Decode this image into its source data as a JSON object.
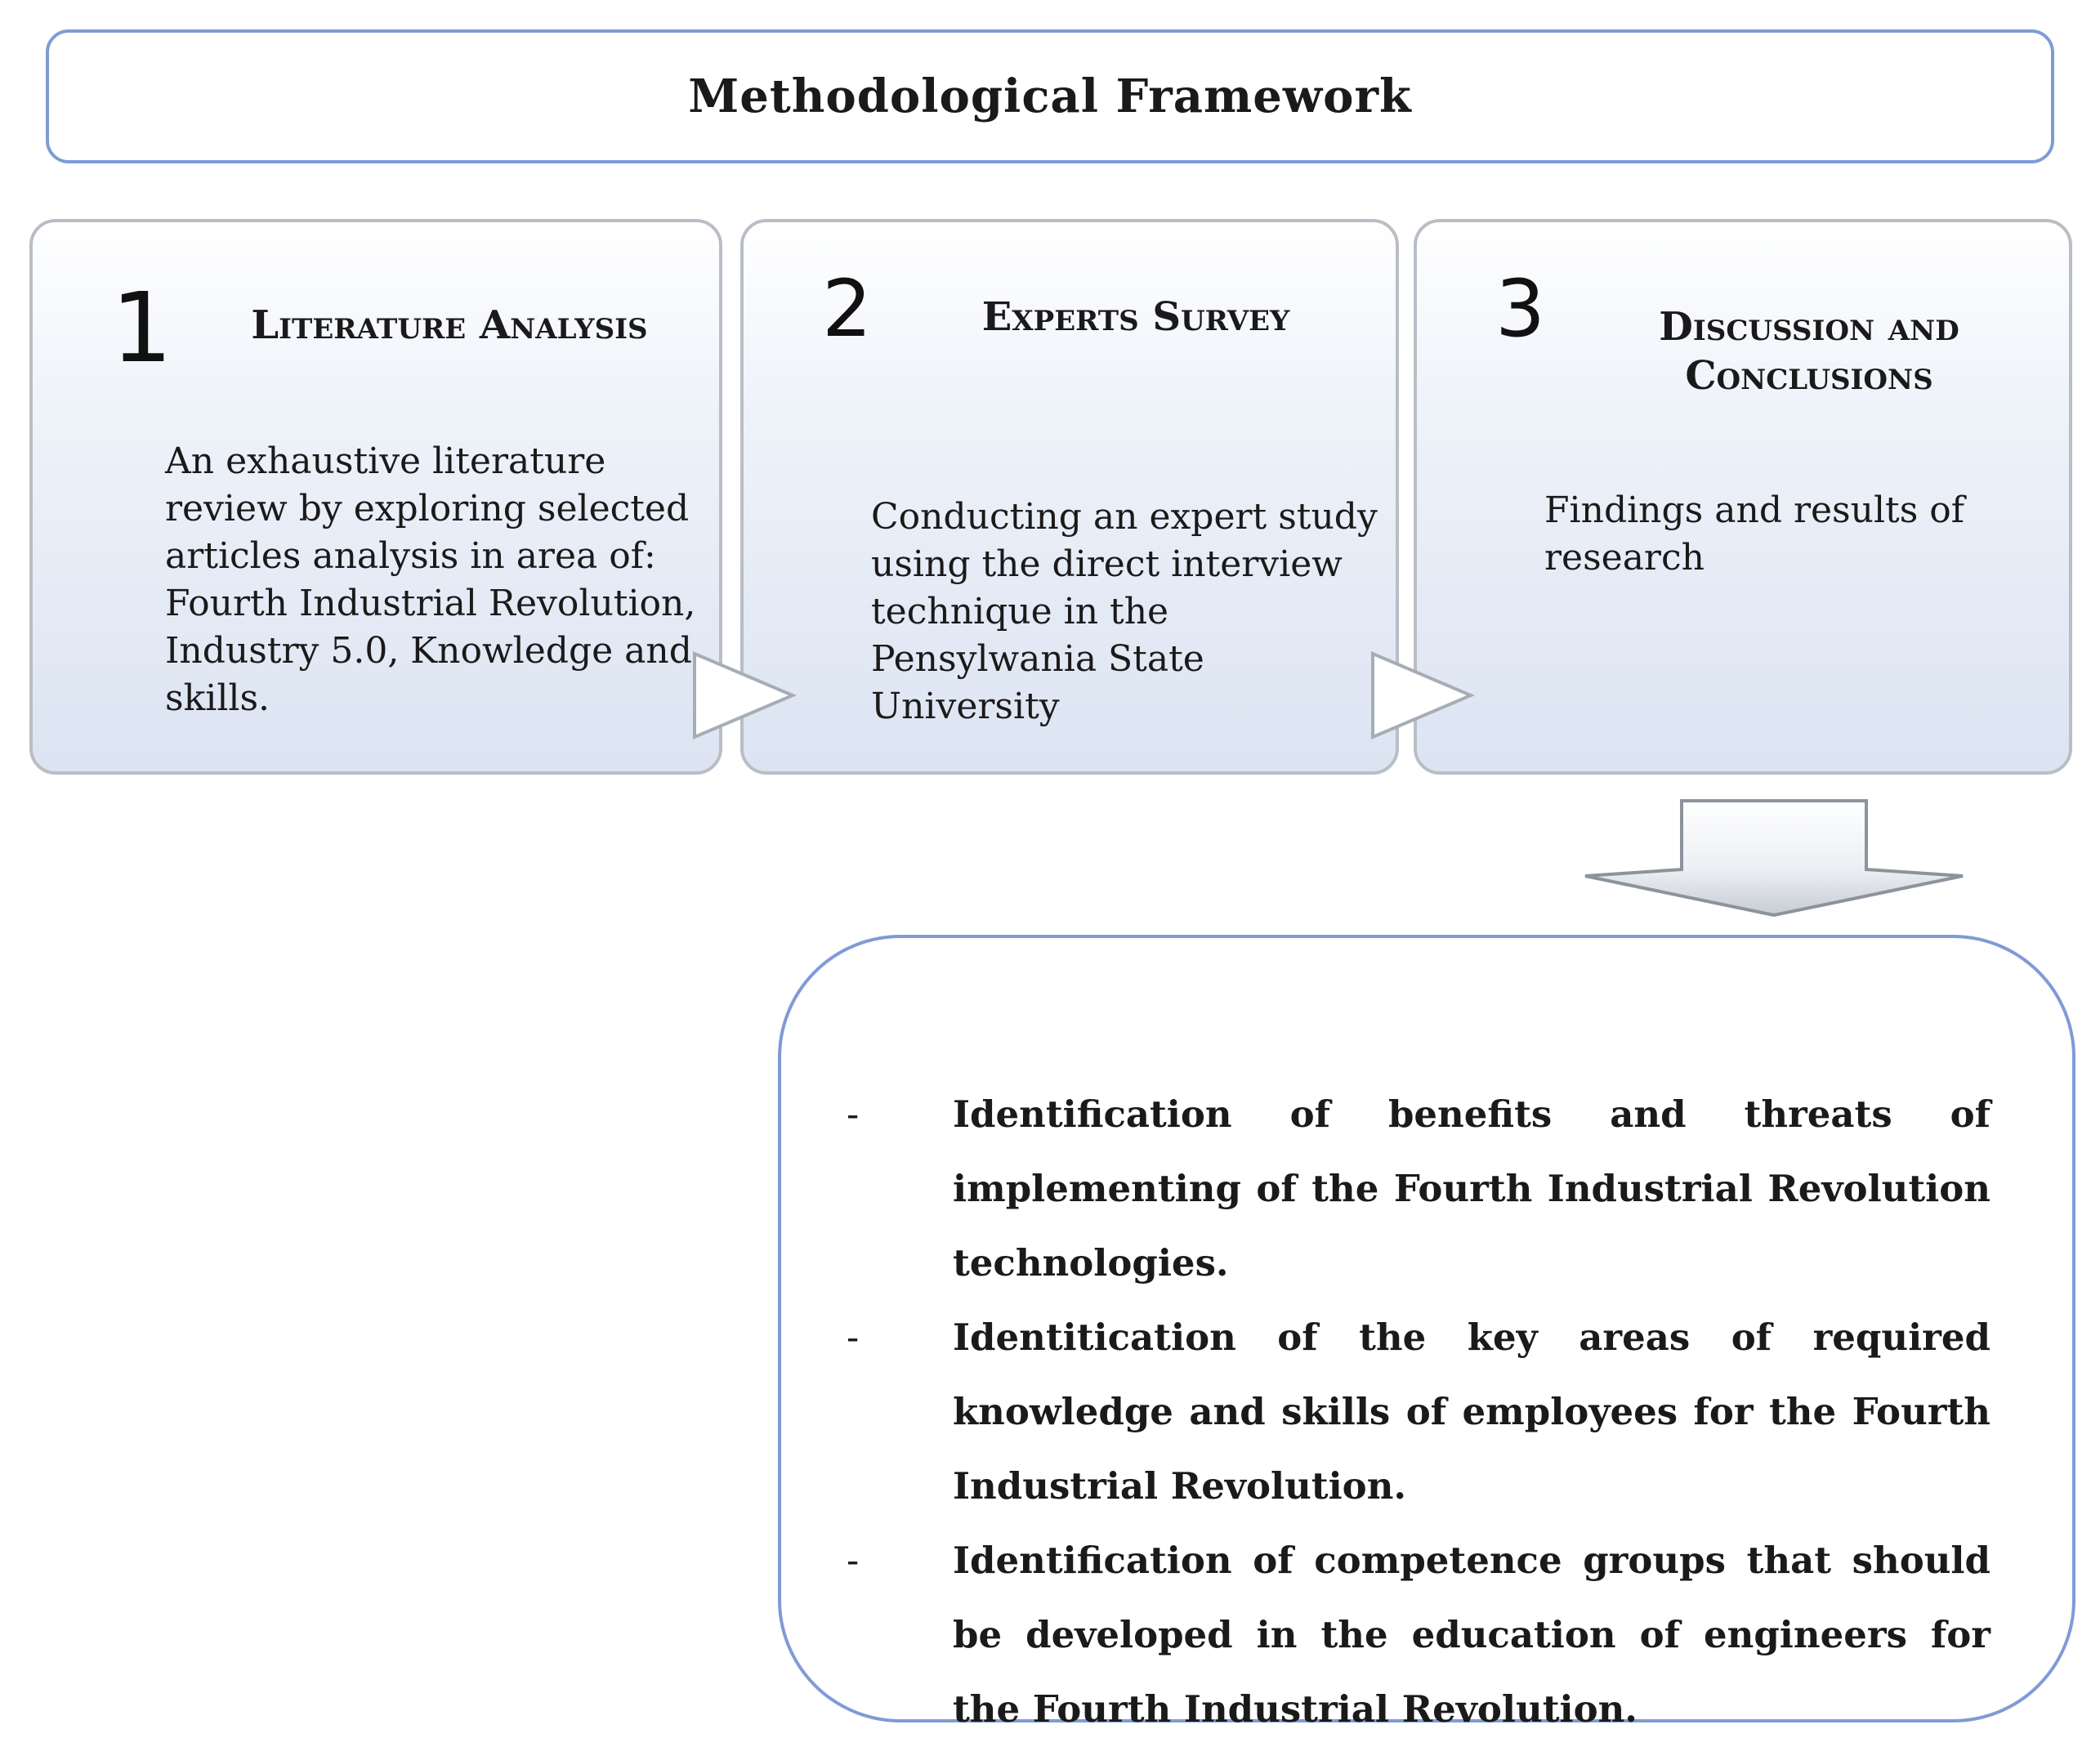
{
  "title": "Methodological Framework",
  "steps": [
    {
      "number": "1",
      "heading": "Literature Analysis",
      "description": "An exhaustive literature review by exploring selected articles analysis in area of: Fourth Industrial Revolution, Industry 5.0, Knowledge and skills."
    },
    {
      "number": "2",
      "heading": "Experts Survey",
      "description": "Conducting an expert study using the direct interview technique in the Pensylwania State University"
    },
    {
      "number": "3",
      "heading": "Discussion and Conclusions",
      "description": "Findings and results of research"
    }
  ],
  "results": {
    "bullet": "-",
    "items": [
      "Identification of benefits and threats of implementing of the Fourth Industrial Revolution technologies.",
      "Identitication of the key areas of required knowledge and skills of employees for the Fourth Industrial Revolution.",
      "Identification of competence groups that should be developed in the education of engineers for the Fourth Industrial Revolution."
    ]
  },
  "colors": {
    "box_border_blue": "#7f9bd6",
    "step_border_gray": "#b9bec6",
    "step_fill_top": "#ffffff",
    "step_fill_bottom": "#dce4f2"
  }
}
